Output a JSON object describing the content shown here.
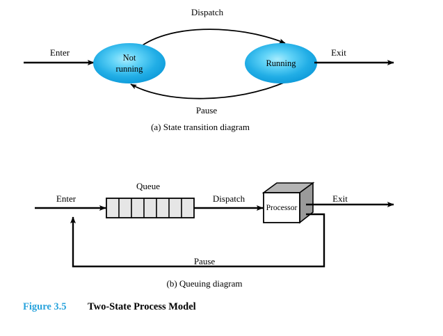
{
  "figure": {
    "number": "Figure 3.5",
    "title": "Two-State Process Model",
    "number_color": "#29A3DC"
  },
  "diagram_a": {
    "caption": "(a) State transition diagram",
    "states": [
      {
        "id": "not-running",
        "label_line1": "Not",
        "label_line2": "running",
        "fill_center": "#7FE0FA",
        "fill_edge": "#15A3DE"
      },
      {
        "id": "running",
        "label_line1": "Running",
        "label_line2": "",
        "fill_center": "#7FE0FA",
        "fill_edge": "#15A3DE"
      }
    ],
    "transitions": [
      {
        "id": "enter",
        "label": "Enter"
      },
      {
        "id": "dispatch",
        "label": "Dispatch"
      },
      {
        "id": "pause",
        "label": "Pause"
      },
      {
        "id": "exit",
        "label": "Exit"
      }
    ]
  },
  "diagram_b": {
    "caption": "(b) Queuing diagram",
    "queue": {
      "label": "Queue",
      "cells": 7,
      "cell_fill": "#E6E6E6"
    },
    "processor": {
      "label": "Processor",
      "face_fill": "#FFFFFF",
      "top_fill": "#B5B5B5",
      "side_fill": "#9A9A9A"
    },
    "transitions": [
      {
        "id": "enter",
        "label": "Enter"
      },
      {
        "id": "dispatch",
        "label": "Dispatch"
      },
      {
        "id": "exit",
        "label": "Exit"
      },
      {
        "id": "pause",
        "label": "Pause"
      }
    ]
  }
}
